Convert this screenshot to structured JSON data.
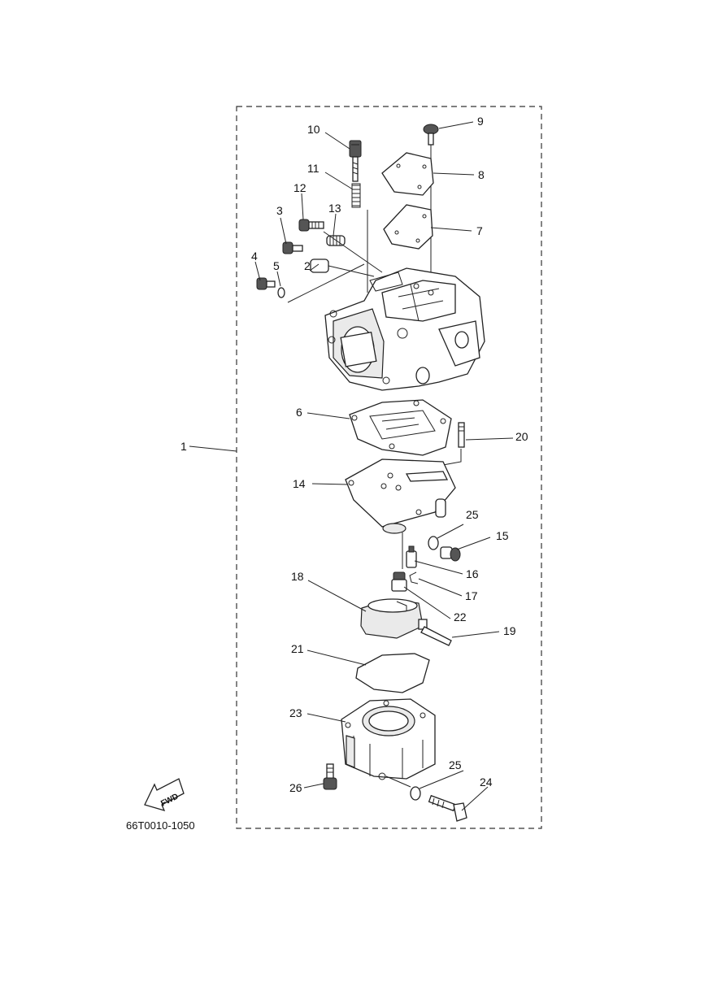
{
  "diagram": {
    "part_code": "66T0010-1050",
    "fwd_label": "FWD",
    "callouts": {
      "c1": "1",
      "c2": "2",
      "c3": "3",
      "c4": "4",
      "c5": "5",
      "c6": "6",
      "c7": "7",
      "c8": "8",
      "c9": "9",
      "c10": "10",
      "c11": "11",
      "c12": "12",
      "c13": "13",
      "c14": "14",
      "c15": "15",
      "c16": "16",
      "c17": "17",
      "c18": "18",
      "c19": "19",
      "c20": "20",
      "c21": "21",
      "c22": "22",
      "c23": "23",
      "c24": "24",
      "c25a": "25",
      "c25b": "25",
      "c26": "26"
    }
  }
}
